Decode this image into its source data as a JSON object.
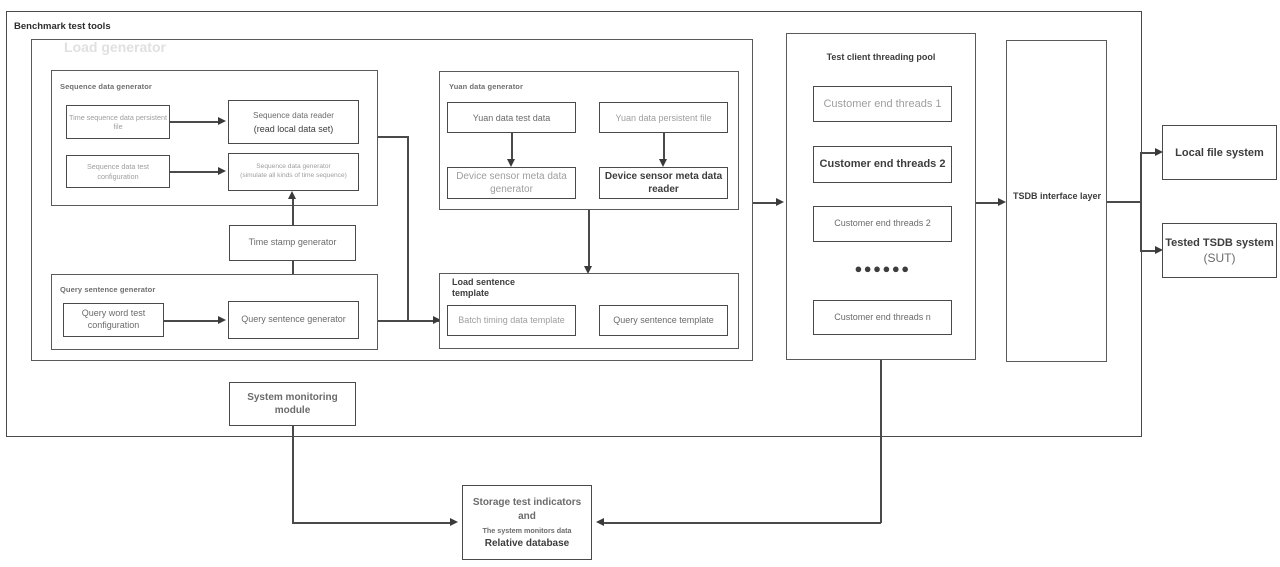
{
  "diagram": {
    "outer_label": "Benchmark test tools",
    "faded_title": "Load generator"
  },
  "load_generator": {
    "sequence_group": {
      "title": "Sequence data generator",
      "boxes": {
        "persistent_file": "Time sequence data persistent file",
        "data_reader_line1": "Sequence data reader",
        "data_reader_line2": "(read local data set)",
        "test_config": "Sequence data test configuration",
        "generator_line1": "Sequence data generator",
        "generator_line2": "(simulate all kinds of time sequence)"
      }
    },
    "time_stamp_generator": "Time stamp generator",
    "query_group": {
      "title": "Query sentence generator",
      "boxes": {
        "word_test_config": "Query word test configuration",
        "sentence_generator": "Query sentence generator"
      }
    }
  },
  "yuan_generator": {
    "title": "Yuan data generator",
    "boxes": {
      "test_data": "Yuan data test data",
      "persistent_file": "Yuan data persistent file",
      "meta_generator": "Device sensor meta data generator",
      "meta_reader": "Device sensor meta data reader"
    }
  },
  "load_sentence_template": {
    "title": "Load sentence template",
    "boxes": {
      "batch_timing": "Batch timing data template",
      "query_sentence": "Query sentence template"
    }
  },
  "thread_pool": {
    "title": "Test client threading pool",
    "threads": [
      "Customer end threads 1",
      "Customer end threads 2",
      "Customer end threads 2",
      "Customer end threads n"
    ],
    "ellipsis": "●●●●●●"
  },
  "tsdb_interface": {
    "label": "TSDB interface layer"
  },
  "targets": {
    "local_file_system": "Local file system",
    "tested_tsdb_line1": "Tested TSDB system",
    "tested_tsdb_line2": "(SUT)"
  },
  "monitoring": {
    "label": "System monitoring module"
  },
  "storage": {
    "line1": "Storage test indicators and",
    "line2": "The system monitors data",
    "line3": "Relative database"
  },
  "colors": {
    "stroke": "#4a4a4a",
    "text_dark": "#3d3d3d",
    "text_gray": "#9e9e9e",
    "background": "#ffffff"
  }
}
